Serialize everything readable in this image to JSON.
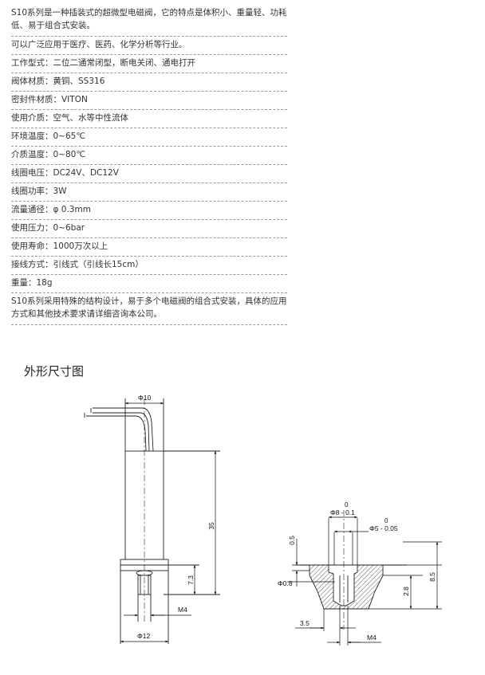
{
  "specs": [
    "S10系列是一种插装式的超微型电磁阀，它的特点是体积小、重量轻、功耗低、易于组合式安装。",
    "可以广泛应用于医疗、医药、化学分析等行业。",
    "工作型式：二位二通常闭型，断电关闭、通电打开",
    "阀体材质：黄铜、SS316",
    "密封件材质：VITON",
    "使用介质：空气、水等中性流体",
    "环境温度：0~65℃",
    "介质温度：0~80℃",
    "线圈电压：DC24V、DC12V",
    "线圈功率：3W",
    "流量通径：φ 0.3mm",
    "使用压力：0~6bar",
    "使用寿命：1000万次以上",
    "接线方式：引线式（引线长15cm）",
    "重量：18g",
    "S10系列采用特殊的结构设计，易于多个电磁阀的组合式安装，具体的应用方式和其他技术要求请详细咨询本公司。"
  ],
  "section_title": "外形尺寸图",
  "drawing_left": {
    "top_dim": "Φ10",
    "height_dim": "35",
    "thread_len_dim": "7.3",
    "thread_dim": "M4",
    "base_dim": "Φ12"
  },
  "drawing_right": {
    "tol_top1": "0",
    "dia1": "Φ8 - 0.1",
    "tol_top2": "0",
    "dia2": "Φ5 - 0.05",
    "depth_dim": "0.5",
    "hole_dim": "Φ0.8",
    "h1_dim": "2.8",
    "h2_dim": "8.5",
    "offset_dim": "3.5",
    "thread_dim": "M4"
  }
}
